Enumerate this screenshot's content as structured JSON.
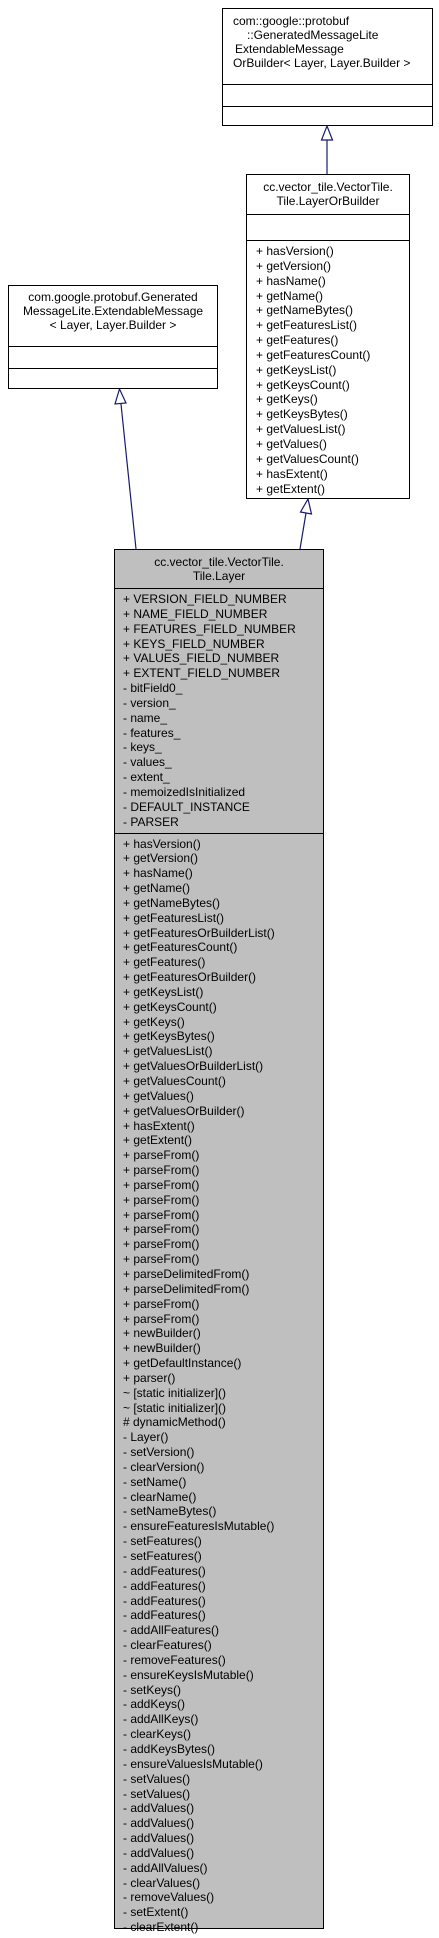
{
  "diagram": {
    "classes": {
      "extendable_message_or_builder": {
        "name_lines": [
          "com::google::protobuf",
          "::GeneratedMessageLite",
          "ExtendableMessage",
          "OrBuilder< Layer, Layer.Builder >"
        ],
        "attributes": [],
        "methods": []
      },
      "layer_or_builder": {
        "name_lines": [
          "cc.vector_tile.VectorTile.",
          "Tile.LayerOrBuilder"
        ],
        "attributes": [],
        "methods": [
          "+ hasVersion()",
          "+ getVersion()",
          "+ hasName()",
          "+ getName()",
          "+ getNameBytes()",
          "+ getFeaturesList()",
          "+ getFeatures()",
          "+ getFeaturesCount()",
          "+ getKeysList()",
          "+ getKeysCount()",
          "+ getKeys()",
          "+ getKeysBytes()",
          "+ getValuesList()",
          "+ getValues()",
          "+ getValuesCount()",
          "+ hasExtent()",
          "+ getExtent()"
        ]
      },
      "extendable_message": {
        "name_lines": [
          "com.google.protobuf.Generated",
          "MessageLite.ExtendableMessage",
          "< Layer, Layer.Builder >"
        ],
        "attributes": [],
        "methods": []
      },
      "layer": {
        "name_lines": [
          "cc.vector_tile.VectorTile.",
          "Tile.Layer"
        ],
        "attributes": [
          "+ VERSION_FIELD_NUMBER",
          "+ NAME_FIELD_NUMBER",
          "+ FEATURES_FIELD_NUMBER",
          "+ KEYS_FIELD_NUMBER",
          "+ VALUES_FIELD_NUMBER",
          "+ EXTENT_FIELD_NUMBER",
          "- bitField0_",
          "- version_",
          "- name_",
          "- features_",
          "- keys_",
          "- values_",
          "- extent_",
          "- memoizedIsInitialized",
          "- DEFAULT_INSTANCE",
          "- PARSER"
        ],
        "methods": [
          "+ hasVersion()",
          "+ getVersion()",
          "+ hasName()",
          "+ getName()",
          "+ getNameBytes()",
          "+ getFeaturesList()",
          "+ getFeaturesOrBuilderList()",
          "+ getFeaturesCount()",
          "+ getFeatures()",
          "+ getFeaturesOrBuilder()",
          "+ getKeysList()",
          "+ getKeysCount()",
          "+ getKeys()",
          "+ getKeysBytes()",
          "+ getValuesList()",
          "+ getValuesOrBuilderList()",
          "+ getValuesCount()",
          "+ getValues()",
          "+ getValuesOrBuilder()",
          "+ hasExtent()",
          "+ getExtent()",
          "+ parseFrom()",
          "+ parseFrom()",
          "+ parseFrom()",
          "+ parseFrom()",
          "+ parseFrom()",
          "+ parseFrom()",
          "+ parseFrom()",
          "+ parseFrom()",
          "+ parseDelimitedFrom()",
          "+ parseDelimitedFrom()",
          "+ parseFrom()",
          "+ parseFrom()",
          "+ newBuilder()",
          "+ newBuilder()",
          "+ getDefaultInstance()",
          "+ parser()",
          "~ [static initializer]()",
          "~ [static initializer]()",
          "# dynamicMethod()",
          "- Layer()",
          "- setVersion()",
          "- clearVersion()",
          "- setName()",
          "- clearName()",
          "- setNameBytes()",
          "- ensureFeaturesIsMutable()",
          "- setFeatures()",
          "- setFeatures()",
          "- addFeatures()",
          "- addFeatures()",
          "- addFeatures()",
          "- addFeatures()",
          "- addAllFeatures()",
          "- clearFeatures()",
          "- removeFeatures()",
          "- ensureKeysIsMutable()",
          "- setKeys()",
          "- addKeys()",
          "- addAllKeys()",
          "- clearKeys()",
          "- addKeysBytes()",
          "- ensureValuesIsMutable()",
          "- setValues()",
          "- setValues()",
          "- addValues()",
          "- addValues()",
          "- addValues()",
          "- addValues()",
          "- addAllValues()",
          "- clearValues()",
          "- removeValues()",
          "- setExtent()",
          "- clearExtent()"
        ]
      }
    },
    "edges": [
      {
        "from": "layer_or_builder",
        "to": "extendable_message_or_builder",
        "kind": "inheritance"
      },
      {
        "from": "layer",
        "to": "extendable_message",
        "kind": "inheritance"
      },
      {
        "from": "layer",
        "to": "layer_or_builder",
        "kind": "inheritance"
      }
    ]
  }
}
